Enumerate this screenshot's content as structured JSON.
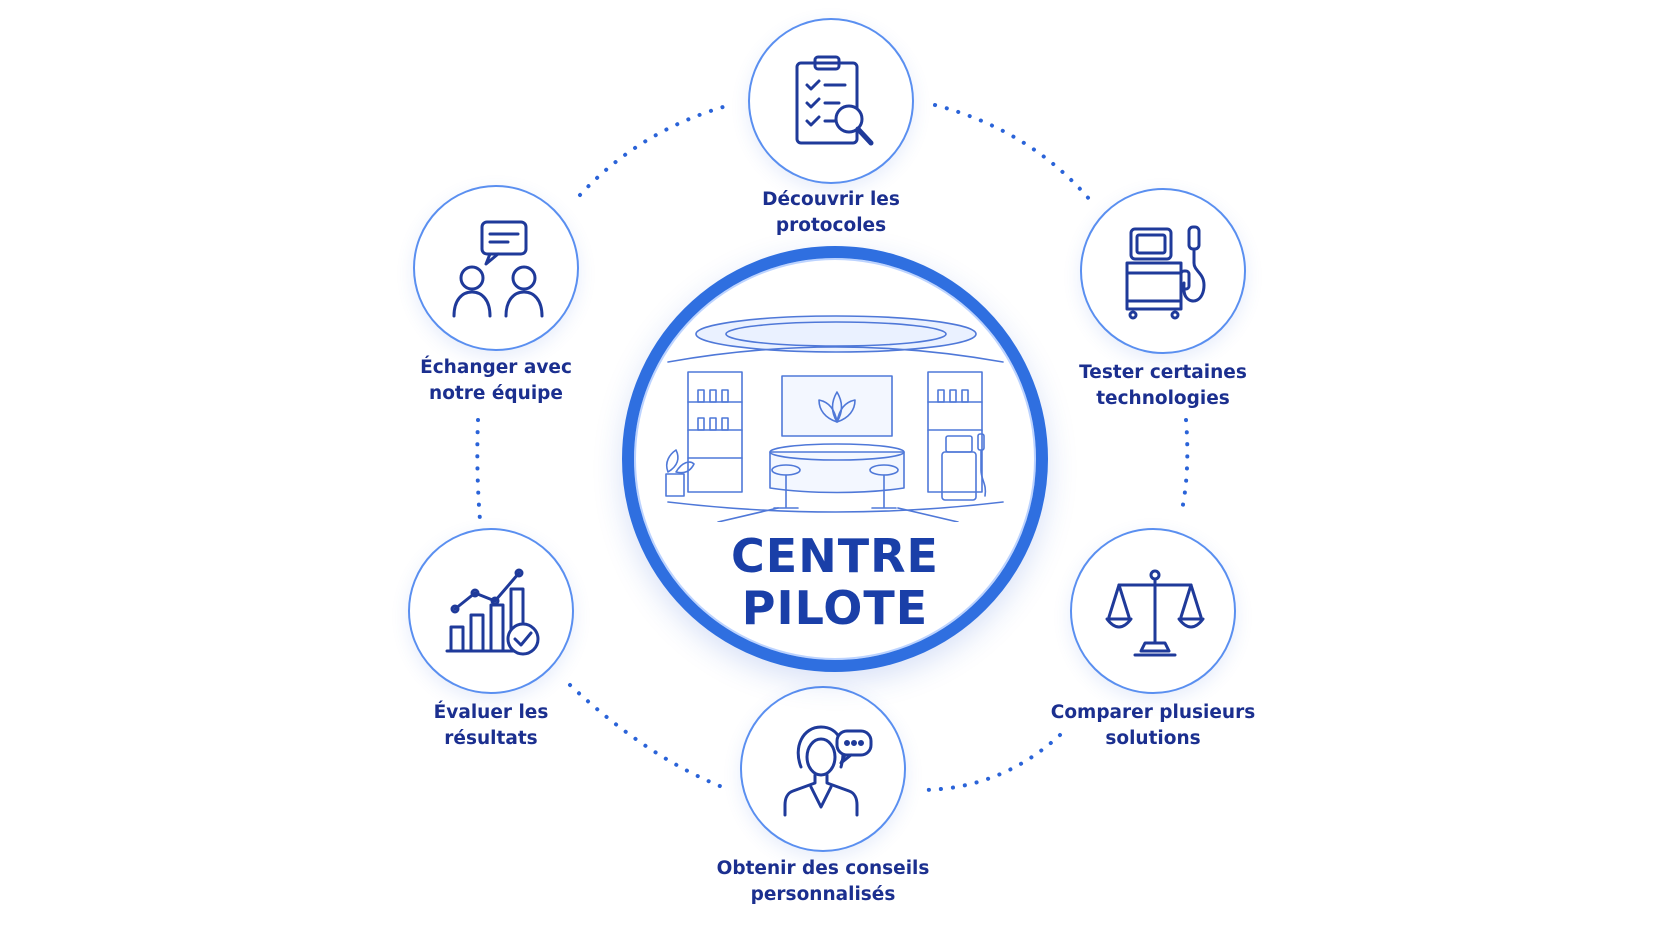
{
  "hub": {
    "title_line1": "CENTRE",
    "title_line2": "PILOTE"
  },
  "nodes": [
    {
      "label1": "Découvrir les",
      "label2": "protocoles",
      "icon": "clipboard-search-icon"
    },
    {
      "label1": "Tester certaines",
      "label2": "technologies",
      "icon": "device-icon"
    },
    {
      "label1": "Comparer plusieurs",
      "label2": "solutions",
      "icon": "scale-icon"
    },
    {
      "label1": "Obtenir des conseils",
      "label2": "personnalisés",
      "icon": "advisor-icon"
    },
    {
      "label1": "Évaluer les",
      "label2": "résultats",
      "icon": "chart-check-icon"
    },
    {
      "label1": "Échanger avec",
      "label2": "notre équipe",
      "icon": "people-chat-icon"
    }
  ],
  "colors": {
    "accent": "#2f6fe0",
    "text": "#1b2f8f",
    "icon": "#1f3a9a",
    "dots": "#2a63d8"
  }
}
